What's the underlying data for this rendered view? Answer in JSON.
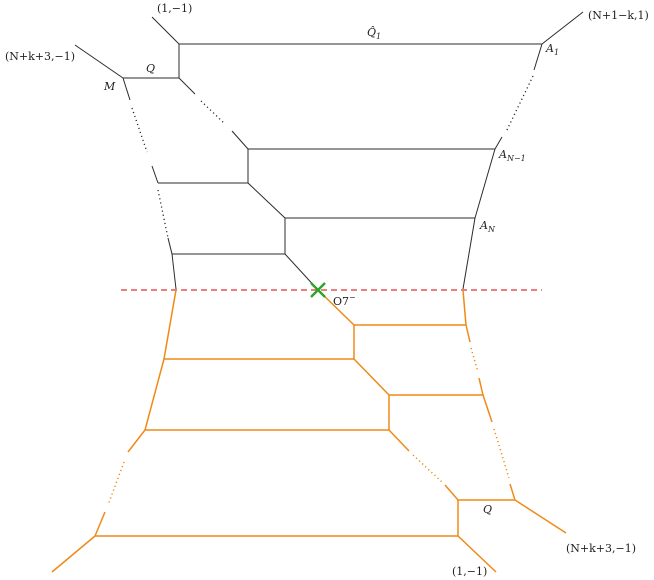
{
  "labels": {
    "top_left_charge": "(1,−1)",
    "top_right_charge": "(N+1−k,1)",
    "left_charge": "(N+k+3,−1)",
    "q_hat": "Q̂",
    "q_hat_sub": "1",
    "a1": "A",
    "a1_sub": "1",
    "q_top": "Q",
    "m": "M",
    "a_n_minus_1": "A",
    "a_n_minus_1_sub": "N−1",
    "a_n": "A",
    "a_n_sub": "N",
    "o7": "O7",
    "o7_sup": "−",
    "q_bottom": "Q",
    "bottom_right_charge": "(N+k+3,−1)",
    "bottom_charge": "(1,−1)"
  },
  "colors": {
    "black_lines": "#2b2b2b",
    "orange_lines": "#ef8a17",
    "orientifold_line": "#e0332f",
    "o7_marker": "#2aa52a"
  }
}
